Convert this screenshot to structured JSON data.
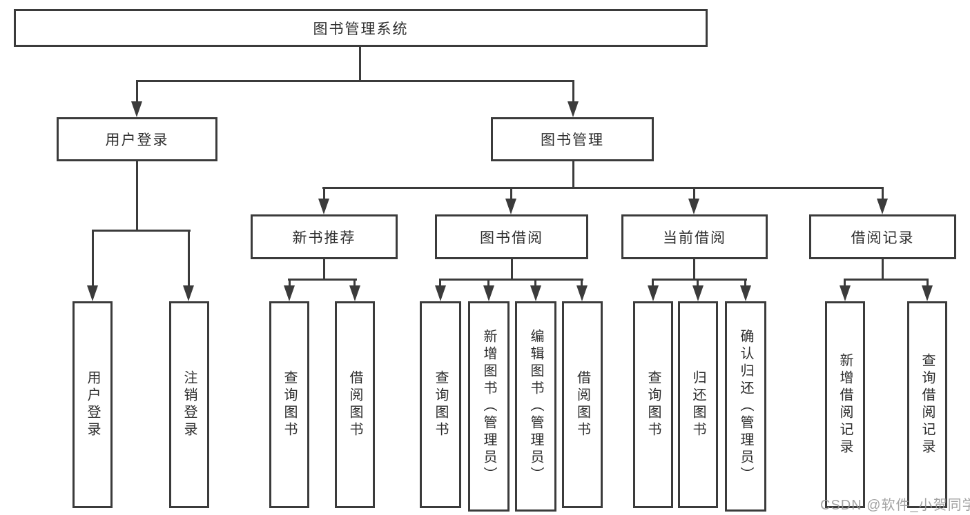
{
  "diagram": {
    "type": "hierarchy-tree",
    "root": {
      "label": "图书管理系统",
      "children": [
        {
          "label": "用户登录",
          "children": [
            {
              "label": "用户登录"
            },
            {
              "label": "注销登录"
            }
          ]
        },
        {
          "label": "图书管理",
          "children": [
            {
              "label": "新书推荐",
              "children": [
                {
                  "label": "查询图书"
                },
                {
                  "label": "借阅图书"
                }
              ]
            },
            {
              "label": "图书借阅",
              "children": [
                {
                  "label": "查询图书"
                },
                {
                  "label": "新增图书（管理员）"
                },
                {
                  "label": "编辑图书（管理员）"
                },
                {
                  "label": "借阅图书"
                }
              ]
            },
            {
              "label": "当前借阅",
              "children": [
                {
                  "label": "查询图书"
                },
                {
                  "label": "归还图书"
                },
                {
                  "label": "确认归还（管理员）"
                }
              ]
            },
            {
              "label": "借阅记录",
              "children": [
                {
                  "label": "新增借阅记录"
                },
                {
                  "label": "查询借阅记录"
                }
              ]
            }
          ]
        }
      ]
    }
  },
  "watermark": {
    "text": "CSDN @软件_小贺同学"
  },
  "colors": {
    "line": "#3b3b3b",
    "text": "#2e2e2e",
    "box_background": "#ffffff",
    "watermark": "#969696"
  }
}
